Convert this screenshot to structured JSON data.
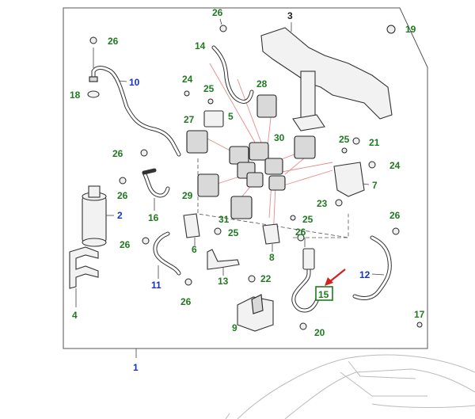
{
  "labels": {
    "l1": "1",
    "l2": "2",
    "l3": "3",
    "l4": "4",
    "l5": "5",
    "l6": "6",
    "l7": "7",
    "l8": "8",
    "l9": "9",
    "l10": "10",
    "l11": "11",
    "l12": "12",
    "l13": "13",
    "l14": "14",
    "l15": "15",
    "l16": "16",
    "l17": "17",
    "l18": "18",
    "l19": "19",
    "l20": "20",
    "l21": "21",
    "l22": "22",
    "l23": "23",
    "l24a": "24",
    "l24b": "24",
    "l25a": "25",
    "l25b": "25",
    "l25c": "25",
    "l25d": "25",
    "l26a": "26",
    "l26b": "26",
    "l26c": "26",
    "l26d": "26",
    "l26e": "26",
    "l26f": "26",
    "l26g": "26",
    "l27": "27",
    "l28": "28",
    "l29": "29",
    "l30": "30",
    "l31": "31"
  },
  "colors": {
    "green_label": "#1f7a1f",
    "blue_label": "#1433c4",
    "highlight_arrow": "#d62020",
    "leader_red": "#e88a8a"
  },
  "highlight": {
    "part": "15"
  }
}
